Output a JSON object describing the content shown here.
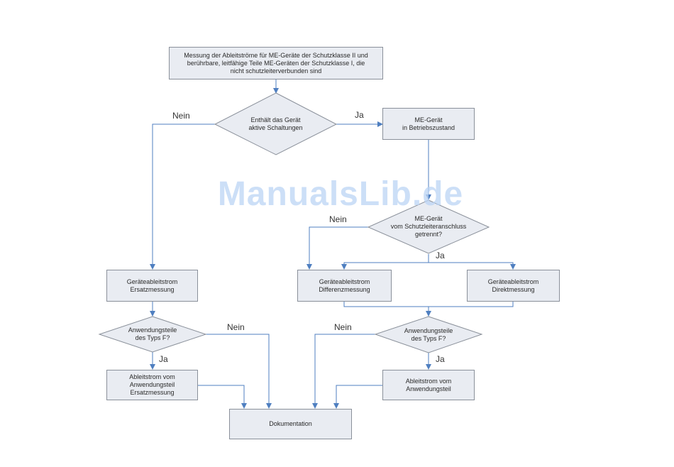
{
  "nodes": {
    "start": "Messung der Ableitströme für ME-Geräte der Schutzklasse II und\nberührbare, leitfähige Teile ME-Geräten der Schutzklasse I, die\nnicht schutzleiterverbunden sind",
    "d_active": "Enthält das Gerät\naktive Schaltungen",
    "operating": "ME-Gerät\nin Betriebszustand",
    "d_disconnected": "ME-Gerät\nvom Schutzleiteranschluss\ngetrennt?",
    "equiv": "Geräteableitstrom\nErsatzmessung",
    "diff": "Geräteableitstrom\nDifferenzmessung",
    "direct": "Geräteableitstrom\nDirektmessung",
    "d_typf_left": "Anwendungsteile\ndes Typs F?",
    "d_typf_right": "Anwendungsteile\ndes Typs F?",
    "applied_equiv": "Ableitstrom vom\nAnwendungsteil\nErsatzmessung",
    "applied": "Ableitstrom vom\nAnwendungsteil",
    "doc": "Dokumentation"
  },
  "edge_labels": {
    "active_no": "Nein",
    "active_yes": "Ja",
    "disc_no": "Nein",
    "disc_yes": "Ja",
    "typf_left_no": "Nein",
    "typf_left_yes": "Ja",
    "typf_right_no": "Nein",
    "typf_right_yes": "Ja"
  },
  "watermark": "ManualsLib.de",
  "colors": {
    "line": "#4f7fc0",
    "box_fill": "#e9ecf2",
    "box_border": "#8a909a",
    "watermark": "#bcd5f5"
  }
}
